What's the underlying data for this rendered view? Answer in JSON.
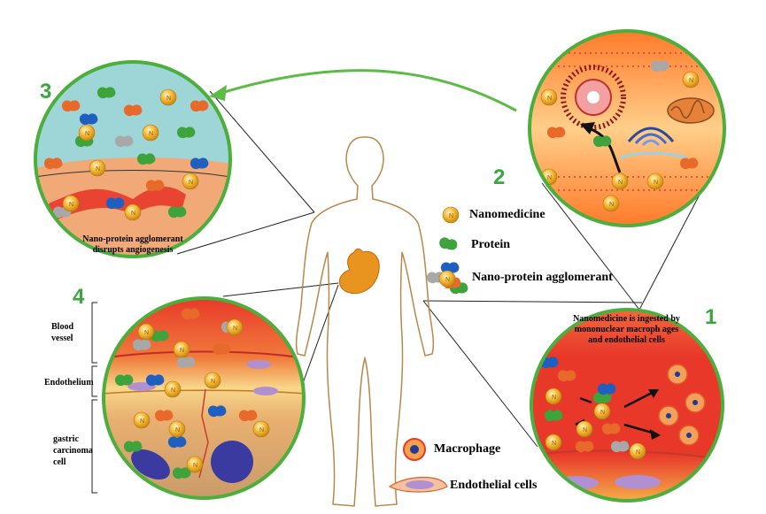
{
  "panels": {
    "p1": {
      "number": "1",
      "caption": "Nanomedicine is ingested by mononuclear macroph ages and endothelial cells"
    },
    "p2": {
      "number": "2"
    },
    "p3": {
      "number": "3",
      "caption": "Nano-protein agglomerant disrupts angiogenesis"
    },
    "p4": {
      "number": "4"
    }
  },
  "legend": {
    "nanomedicine": "Nanomedicine",
    "protein": "Protein",
    "agglomerant": "Nano-protein agglomerant",
    "macrophage": "Macrophage",
    "endothelial": "Endothelial cells"
  },
  "layers": {
    "blood_vessel": "Blood vessel",
    "endothelium": "Endothelium",
    "gastric": "gastric carcinoma cell"
  },
  "colors": {
    "panel_border": "#4caf3c",
    "number": "#3aa640",
    "blood": "#e8382a",
    "nanoparticle": "#f2b531",
    "protein": "#3ea33b",
    "agglomerant_blue": "#1f5fbf",
    "body_outline": "#b8884a",
    "stomach": "#e8941e"
  },
  "icons": [
    "nanomedicine-icon",
    "protein-icon",
    "agglomerant-icon",
    "macrophage-icon",
    "endothelial-cell-icon",
    "stomach-icon",
    "human-body-icon",
    "arrow-icon"
  ]
}
